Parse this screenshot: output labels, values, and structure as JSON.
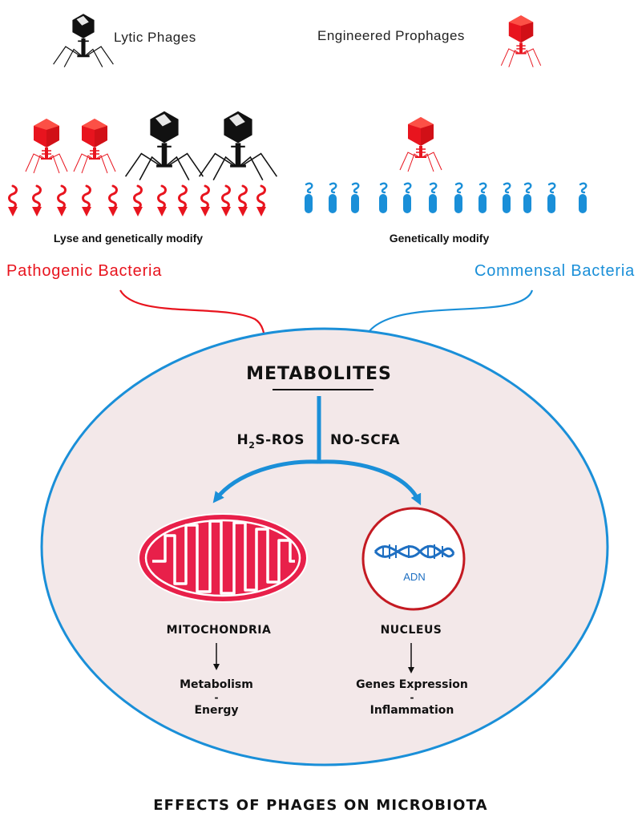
{
  "legend": {
    "lytic": "Lytic Phages",
    "engineered": "Engineered Prophages"
  },
  "top": {
    "lyse_caption": "Lyse and genetically modify",
    "modify_caption": "Genetically modify",
    "pathogenic": "Pathogenic Bacteria",
    "commensal": "Commensal Bacteria"
  },
  "cell": {
    "metabolites": "METABOLITES",
    "h2s_prefix": "H",
    "h2s_sub": "2",
    "h2s_suffix": "S-ROS",
    "no_scfa": "NO-SCFA",
    "adn": "ADN",
    "mitochondria": "MITOCHONDRIA",
    "mito_effect_1": "Metabolism",
    "mito_dash": "-",
    "mito_effect_2": "Energy",
    "nucleus": "NUCLEUS",
    "nuc_effect_1": "Genes Expression",
    "nuc_dash": "-",
    "nuc_effect_2": "Inflammation"
  },
  "footer": {
    "title": "EFFECTS OF PHAGES ON MICROBIOTA"
  },
  "colors": {
    "red": "#e8141e",
    "blue": "#1a8fd8",
    "cell_fill": "#f3e8e9",
    "mito": "#e8204a",
    "nucleus_ring": "#c41a22",
    "dna": "#1e6fc2",
    "black": "#111111"
  },
  "icons": [
    "lytic-phage-icon",
    "engineered-prophage-icon",
    "pathogenic-bacterium-icon",
    "commensal-bacterium-icon",
    "mitochondria-icon",
    "nucleus-icon",
    "dna-helix-icon"
  ]
}
